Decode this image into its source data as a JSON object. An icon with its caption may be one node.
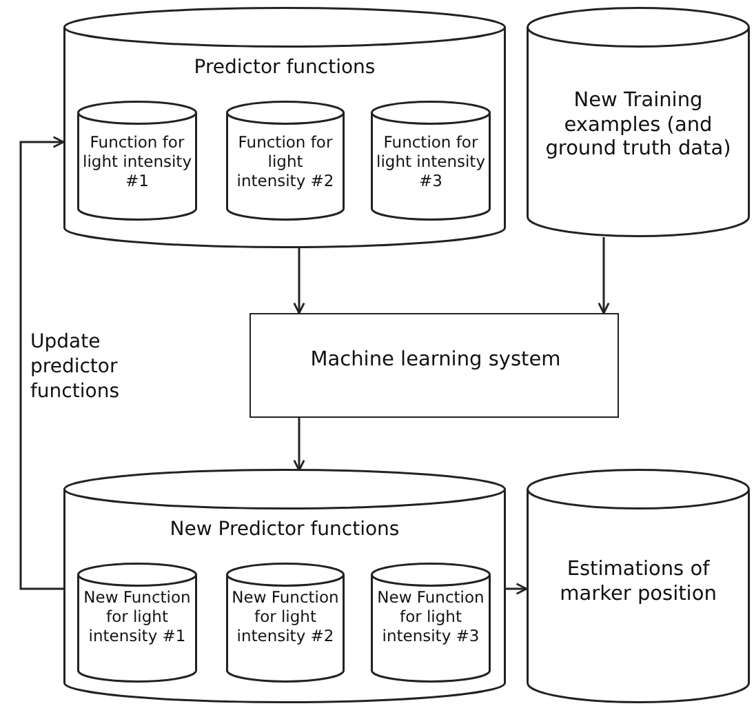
{
  "diagram": {
    "nodes": [
      {
        "text": [
          "Predictor functions"
        ]
      },
      {
        "text": [
          "Function for light intensity #1"
        ],
        "in": 0
      },
      {
        "text": [
          "Function for light intensity #2"
        ],
        "in": 0
      },
      {
        "text": [
          "Function for light intensity #3"
        ],
        "in": 0
      },
      {
        "text": [
          "New Training examples (and ground truth data)"
        ]
      },
      {
        "text": [
          "Machine learning system"
        ]
      },
      {
        "text": [
          "New Predictor functions"
        ]
      },
      {
        "text": [
          "New Function for light intensity #1"
        ],
        "in": 6
      },
      {
        "text": [
          "New Function for light intensity #2"
        ],
        "in": 6
      },
      {
        "text": [
          "New Function for light intensity #3"
        ],
        "in": 6
      },
      {
        "text": [
          "Estimations of marker position"
        ]
      }
    ],
    "edges": [
      {
        "from": 0,
        "to": 5,
        "arrow": "to"
      },
      {
        "from": 4,
        "to": 5,
        "arrow": "to"
      },
      {
        "from": 5,
        "to": 6,
        "arrow": "to"
      },
      {
        "from": 6,
        "to": 10,
        "arrow": "to"
      },
      {
        "from": 6,
        "to": 0,
        "arrow": "to",
        "label": "Update predictor functions"
      }
    ]
  }
}
